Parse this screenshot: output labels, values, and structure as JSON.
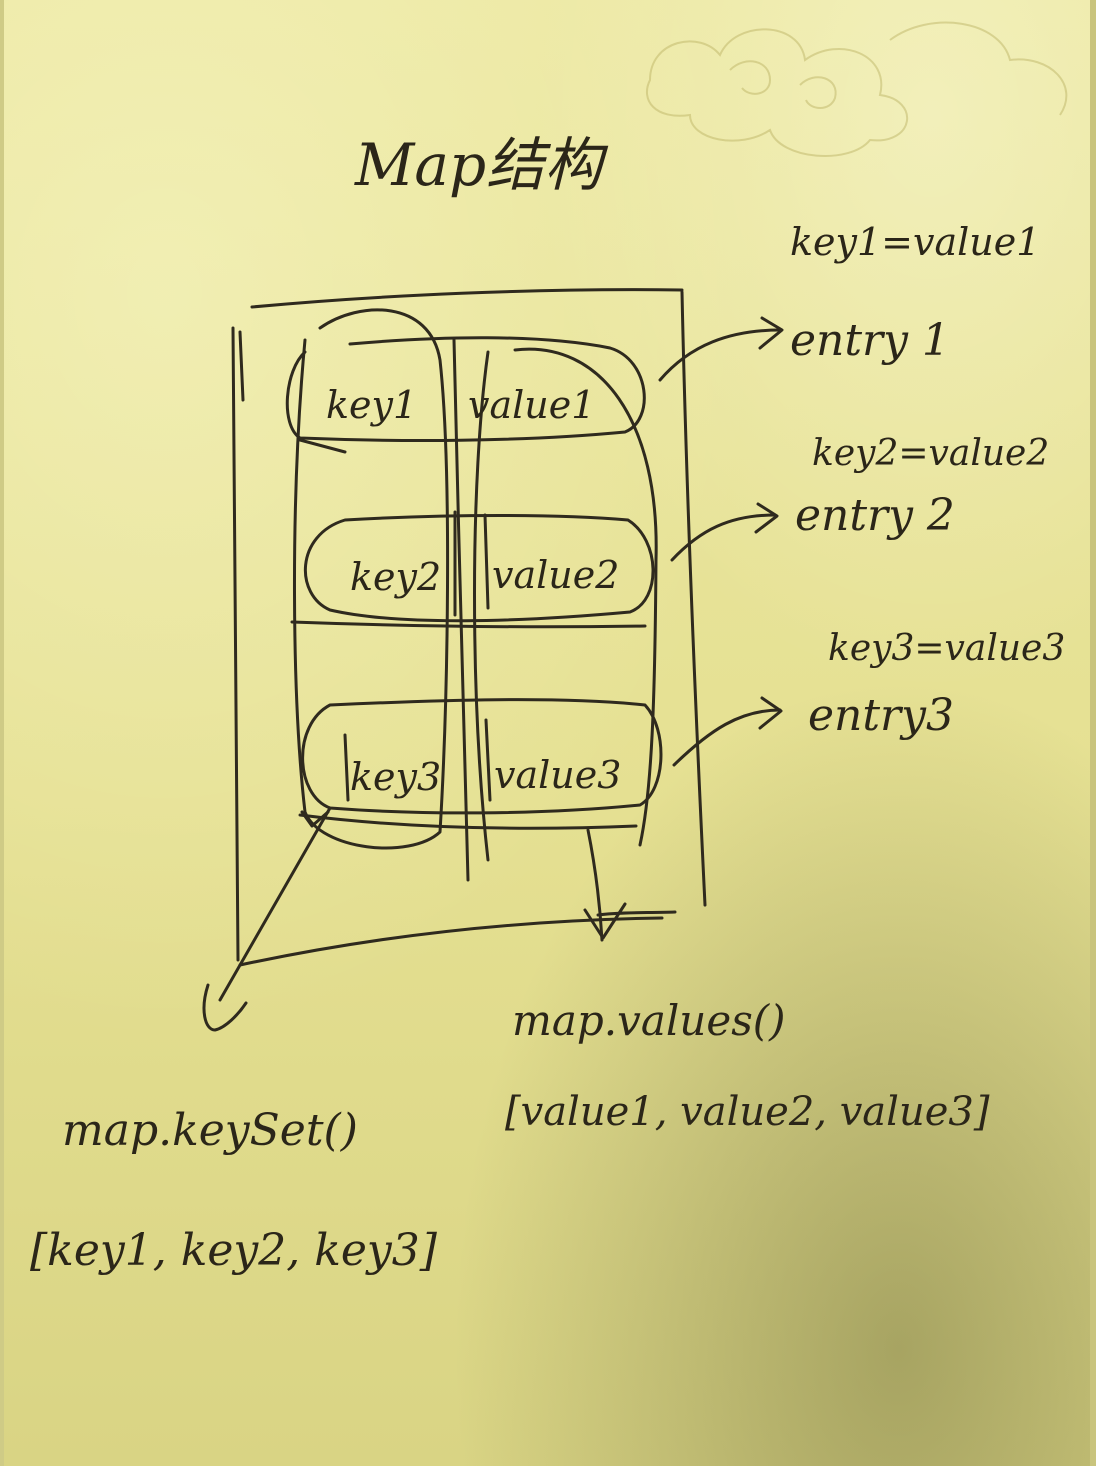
{
  "title": "Map结构",
  "map_table": {
    "rows": [
      {
        "key": "key1",
        "value": "value1"
      },
      {
        "key": "key2",
        "value": "value2"
      },
      {
        "key": "key3",
        "value": "value3"
      }
    ]
  },
  "entries": [
    {
      "pair": "key1=value1",
      "label": "entry 1"
    },
    {
      "pair": "key2=value2",
      "label": "entry 2"
    },
    {
      "pair": "key3=value3",
      "label": "entry3"
    }
  ],
  "methods": {
    "keyset": {
      "call": "map.keySet()",
      "result": "[key1, key2, key3]"
    },
    "values": {
      "call": "map.values()",
      "result": "[value1, value2, value3]"
    }
  },
  "colors": {
    "paper": "#e8e49a",
    "ink": "#2f2a1e"
  }
}
